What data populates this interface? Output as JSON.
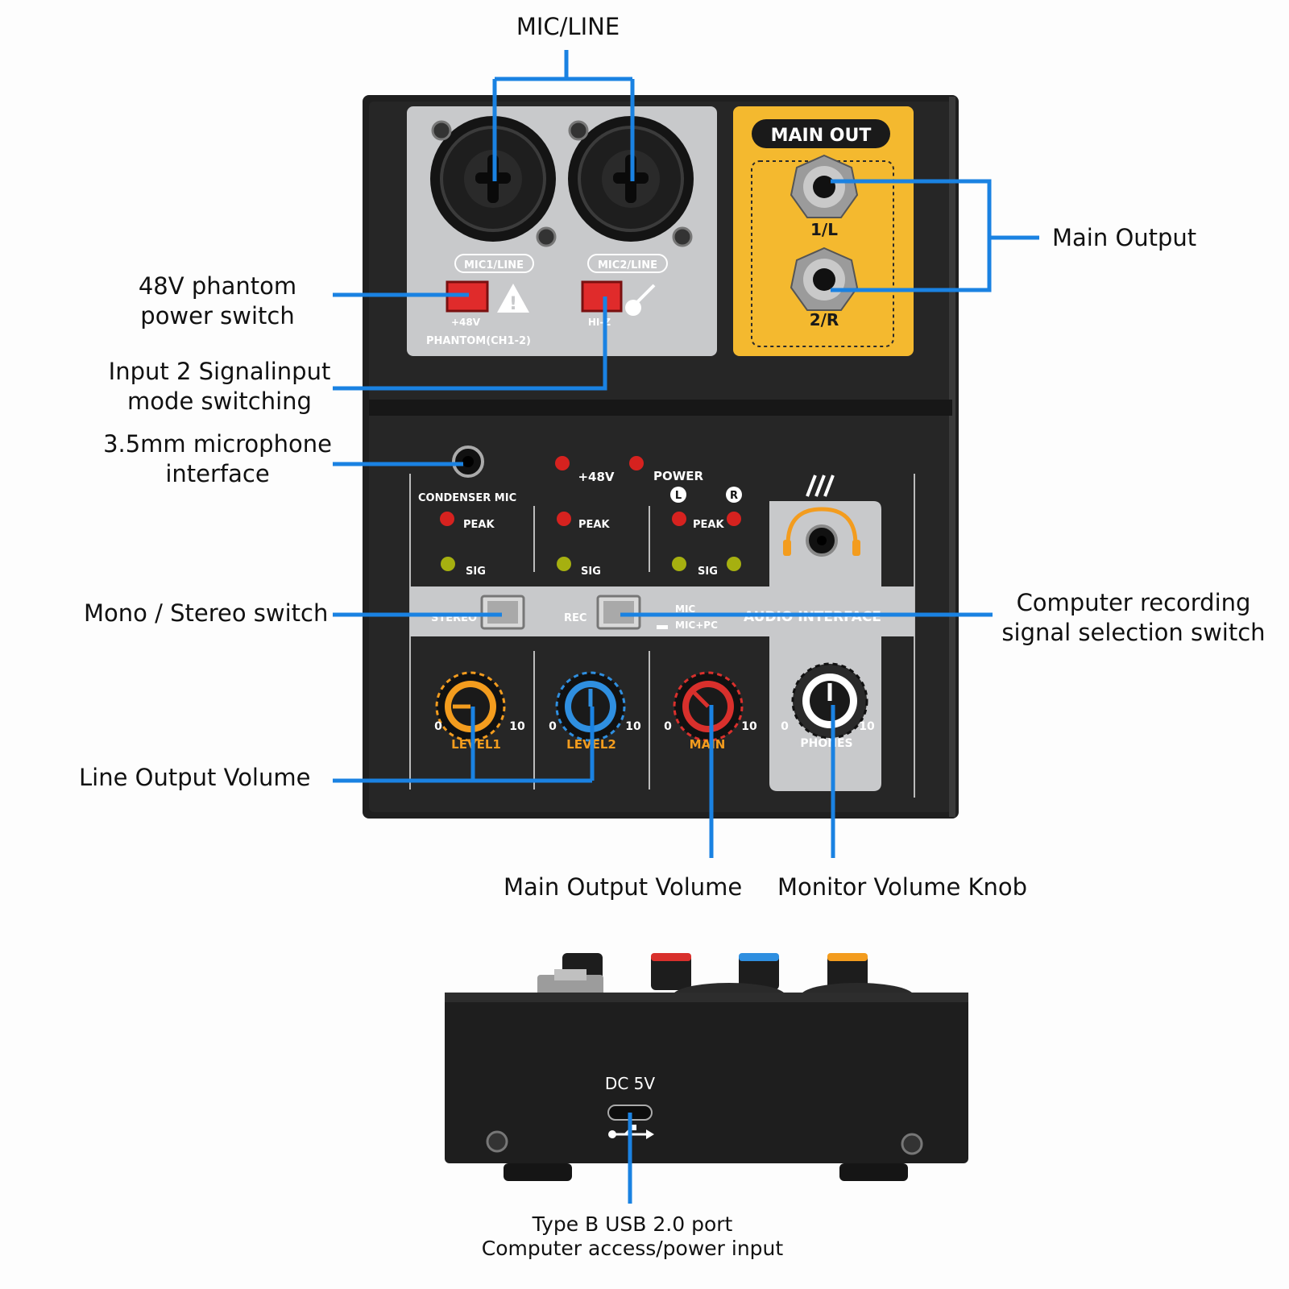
{
  "labels": {
    "mic_line": "MIC/LINE",
    "main_output": "Main Output",
    "phantom_switch": [
      "48V phantom",
      "power switch"
    ],
    "input2_mode": [
      "Input 2 Signalinput",
      "mode switching"
    ],
    "mic_35": [
      "3.5mm microphone",
      "interface"
    ],
    "mono_stereo": "Mono / Stereo switch",
    "rec_select": [
      "Computer recording",
      "signal selection switch"
    ],
    "line_out_volume": "Line Output Volume",
    "main_out_volume": "Main Output Volume",
    "monitor_knob": "Monitor Volume Knob",
    "usb_port": [
      "Type B USB 2.0 port",
      "Computer access/power input"
    ]
  },
  "panel": {
    "main_out_title": "MAIN  OUT",
    "jack1": "1/L",
    "jack2": "2/R",
    "mic1": "MIC1/LINE",
    "mic2": "MIC2/LINE",
    "plus48v_small": "+48V",
    "phantom_ch": "PHANTOM(CH1-2)",
    "hiz": "HI-Z",
    "condenser": "CONDENSER MIC",
    "plus48v": "+48V",
    "power": "POWER",
    "l": "L",
    "r": "R",
    "peak": "PEAK",
    "sig": "SIG",
    "stereo": "STEREO",
    "rec": "REC",
    "mic_opt": "MIC",
    "micpc_opt": "MIC+PC",
    "audio_interface": "AUDIO INTERFACE",
    "level1": "LEVEL1",
    "level2": "LEVEL2",
    "main": "MAIN",
    "phones": "PHONES",
    "scale_min": "0",
    "scale_max": "10",
    "dc5v": "DC 5V"
  },
  "colors": {
    "callout_line": "#1a82e2",
    "body": "#1e1e1e",
    "gray_panel": "#c8c9cb",
    "yellow_panel": "#f4b92f",
    "phantom_button": "#e02b2b",
    "knob_level1": "#f39c1e",
    "knob_level2": "#2f8fe0",
    "knob_main": "#d9302c",
    "knob_phones": "#ffffff"
  }
}
